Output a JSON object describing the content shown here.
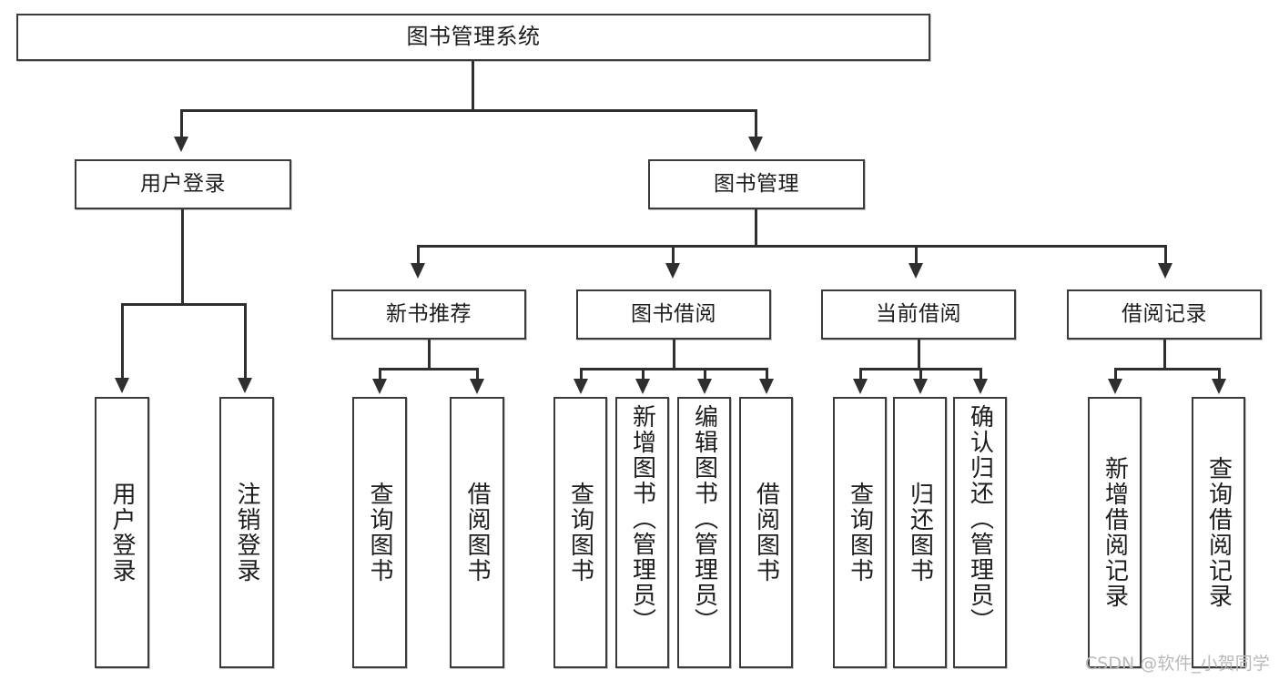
{
  "diagram": {
    "title": "图书管理系统",
    "type": "hierarchy-tree",
    "root": {
      "id": "root",
      "label": "图书管理系统"
    },
    "level2": [
      {
        "id": "user-login",
        "label": "用户登录"
      },
      {
        "id": "book-manage",
        "label": "图书管理"
      }
    ],
    "level3": [
      {
        "id": "new-book-recommend",
        "label": "新书推荐"
      },
      {
        "id": "book-borrow",
        "label": "图书借阅"
      },
      {
        "id": "current-borrow",
        "label": "当前借阅"
      },
      {
        "id": "borrow-record",
        "label": "借阅记录"
      }
    ],
    "leaves": {
      "user_login": [
        {
          "id": "leaf-user-login",
          "label": "用户登录"
        },
        {
          "id": "leaf-logout-login",
          "label": "注销登录"
        }
      ],
      "new_book_recommend": [
        {
          "id": "leaf-query-book-1",
          "label": "查询图书"
        },
        {
          "id": "leaf-borrow-book-1",
          "label": "借阅图书"
        }
      ],
      "book_borrow": [
        {
          "id": "leaf-query-book-2",
          "label": "查询图书"
        },
        {
          "id": "leaf-add-book",
          "label": "新增图书（管理员）"
        },
        {
          "id": "leaf-edit-book",
          "label": "编辑图书（管理员）"
        },
        {
          "id": "leaf-borrow-book-2",
          "label": "借阅图书"
        }
      ],
      "current_borrow": [
        {
          "id": "leaf-query-book-3",
          "label": "查询图书"
        },
        {
          "id": "leaf-return-book",
          "label": "归还图书"
        },
        {
          "id": "leaf-confirm-return",
          "label": "确认归还（管理员）"
        }
      ],
      "borrow_record": [
        {
          "id": "leaf-add-record",
          "label": "新增借阅记录"
        },
        {
          "id": "leaf-query-record",
          "label": "查询借阅记录"
        }
      ]
    }
  },
  "watermark": {
    "text": "CSDN @软件_小贺同学"
  },
  "colors": {
    "box_border": "#3b3b3b",
    "connector": "#2f2f2f",
    "text": "#1d1d1d",
    "background": "#ffffff",
    "watermark": "#b9b9b9"
  }
}
